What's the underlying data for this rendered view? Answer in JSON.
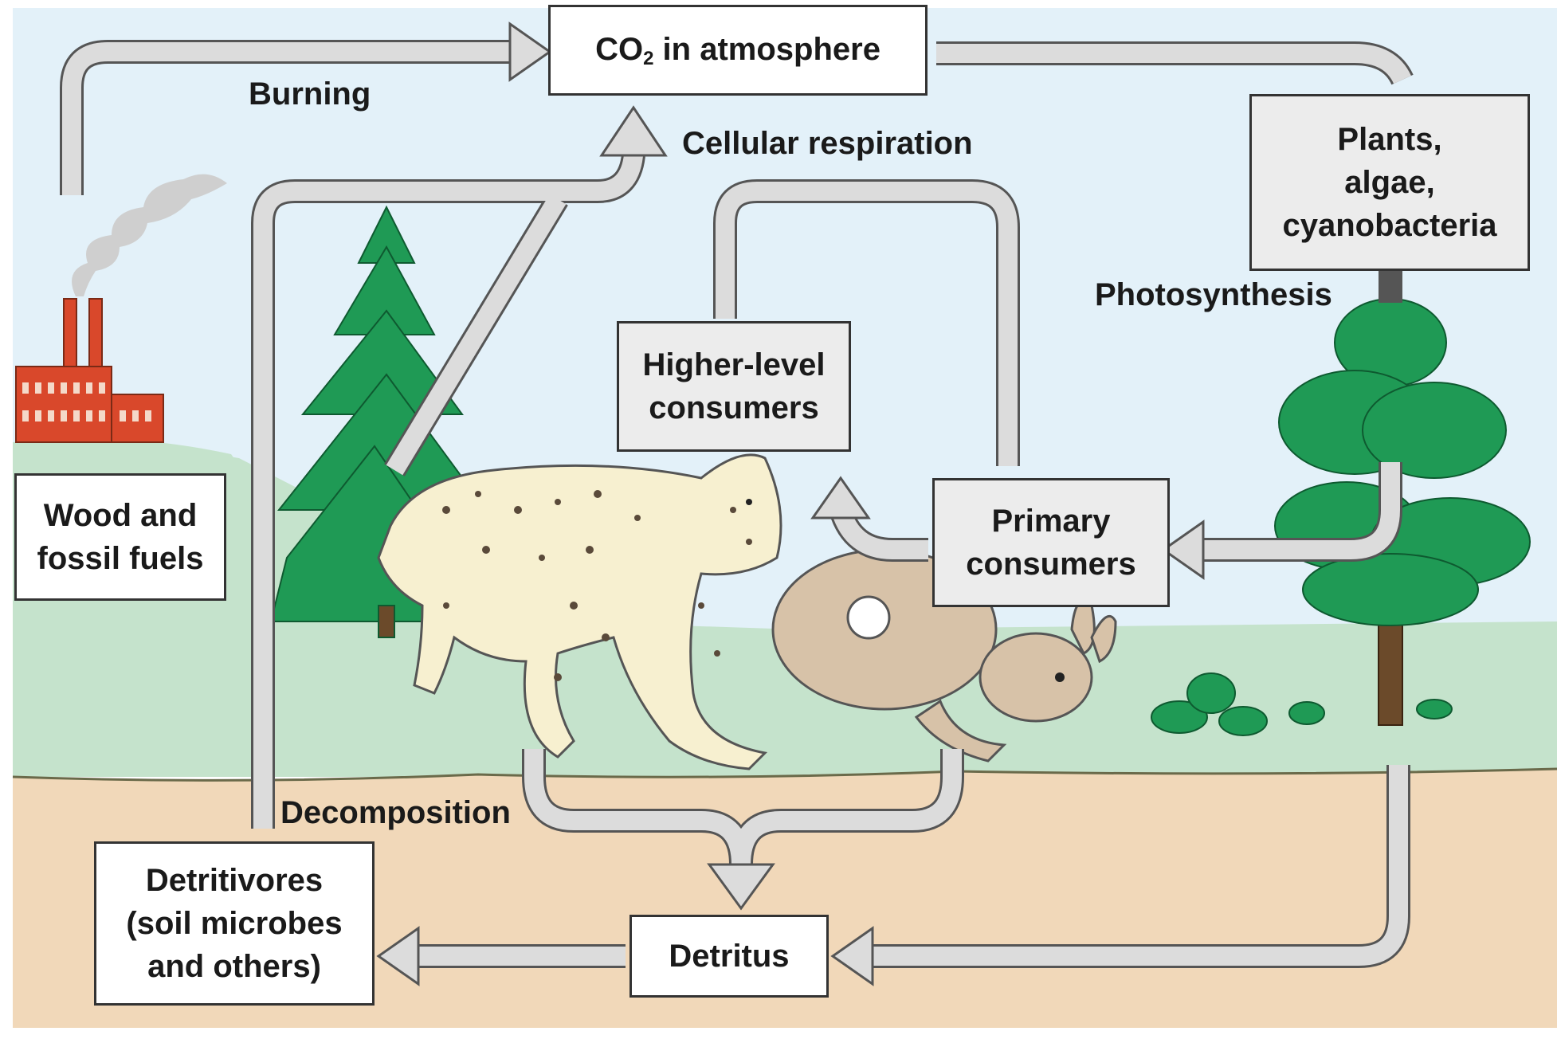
{
  "diagram": {
    "co2_main": "CO",
    "co2_sub": "2",
    "co2_rest": " in atmosphere",
    "boxes": {
      "plants": "Plants,\nalgae,\ncyanobacteria",
      "higher_consumers": "Higher-level\nconsumers",
      "primary_consumers": "Primary\nconsumers",
      "wood_fuels": "Wood and\nfossil fuels",
      "detritivores": "Detritivores\n(soil microbes\nand others)",
      "detritus": "Detritus"
    },
    "process_labels": {
      "burning": "Burning",
      "cellular_respiration": "Cellular respiration",
      "photosynthesis": "Photosynthesis",
      "decomposition": "Decomposition"
    }
  },
  "colors": {
    "sky": "#e3f1f9",
    "grass": "#c5e3cc",
    "soil": "#f1d8b9",
    "arrow_fill": "#dcdcdc",
    "arrow_stroke": "#555555",
    "tree_green": "#1f9a55",
    "factory_red": "#d9482b"
  },
  "icons": [
    "factory-icon",
    "smoke-icon",
    "spruce-tree-icon",
    "bobcat-icon",
    "rabbit-icon",
    "deciduous-tree-icon",
    "shrub-icon"
  ]
}
